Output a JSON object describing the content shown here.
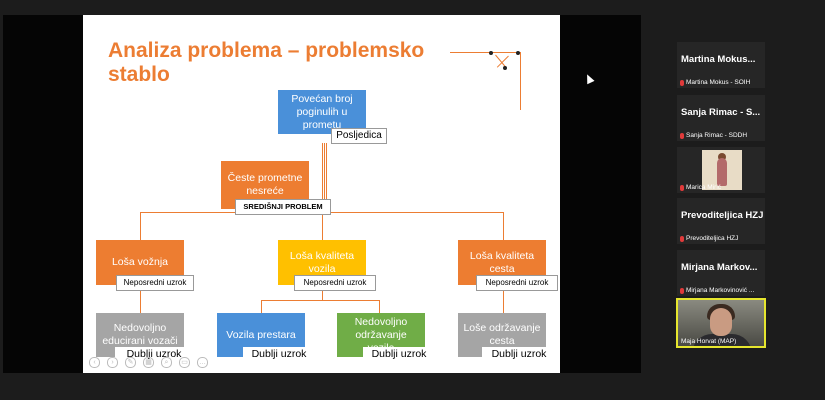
{
  "slide": {
    "title_line1": "Analiza problema – problemsko",
    "title_line2": "stablo",
    "effect": {
      "text": "Povećan broj poginulih u prometu",
      "tag": "Posljedica"
    },
    "central": {
      "text": "Česte prometne nesreće",
      "tag": "SREDIŠNJI PROBLEM"
    },
    "direct_causes": [
      {
        "text": "Loša vožnja",
        "tag": "Neposredni uzrok"
      },
      {
        "text": "Loša kvaliteta vozila",
        "tag": "Neposredni uzrok"
      },
      {
        "text": "Loša kvaliteta cesta",
        "tag": "Neposredni uzrok"
      }
    ],
    "deep_causes": [
      {
        "text": "Nedovoljno educirani vozači",
        "tag": "Dublji uzrok"
      },
      {
        "text": "Vozila prestara",
        "tag": "Dublji uzrok"
      },
      {
        "text": "Nedovoljno održavanje vozila",
        "tag": "Dublji uzrok"
      },
      {
        "text": "Loše održavanje cesta",
        "tag": "Dublji uzrok"
      }
    ]
  },
  "participants": [
    {
      "name": "Martina Mokus...",
      "label": "Martina Mokus - SOIH"
    },
    {
      "name": "Sanja Rimac - S...",
      "label": "Sanja Rimac - SDDH"
    },
    {
      "name": "",
      "label": "Marica Mirić"
    },
    {
      "name": "Prevoditeljica HZJ",
      "label": "Prevoditeljica HZJ"
    },
    {
      "name": "Mirjana Markov...",
      "label": "Mirjana Markovinović ..."
    }
  ],
  "active_video": {
    "label": "Maja Horvat (MAP)"
  },
  "colors": {
    "accent": "#ec7d33",
    "blue": "#4a90d9",
    "orange": "#ed7d31",
    "yellow": "#ffc000",
    "gray": "#a5a5a5",
    "green": "#70ad47",
    "speaker_border": "#e6e62e"
  }
}
